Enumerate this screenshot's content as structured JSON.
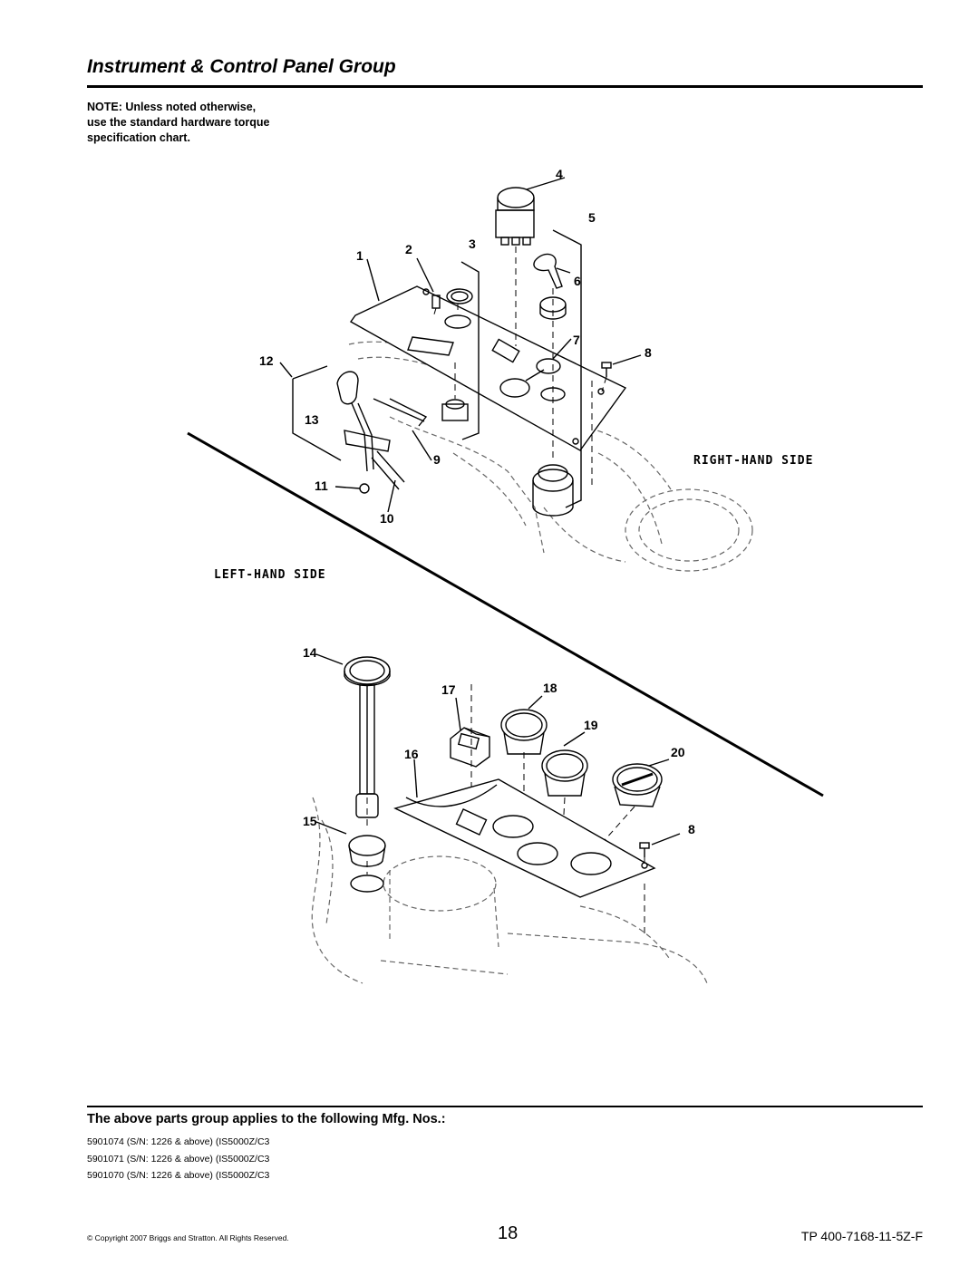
{
  "header": {
    "title": "Instrument & Control Panel Group",
    "note": [
      "NOTE: Unless noted otherwise,",
      "use the standard hardware torque",
      "specification chart."
    ]
  },
  "diagram": {
    "callouts": [
      "1",
      "2",
      "3",
      "4",
      "5",
      "6",
      "7",
      "8",
      "9",
      "10",
      "11",
      "12",
      "13",
      "14",
      "15",
      "16",
      "17",
      "18",
      "19",
      "20"
    ],
    "side_labels": {
      "right": "RIGHT-HAND SIDE",
      "left": "LEFT-HAND SIDE"
    }
  },
  "applicability": {
    "heading": "The above parts group applies to the following Mfg. Nos.:",
    "items": [
      "5901074 (S/N: 1226 & above) (IS5000Z/C3",
      "5901071 (S/N: 1226 & above) (IS5000Z/C3",
      "5901070 (S/N: 1226 & above) (IS5000Z/C3"
    ]
  },
  "footer": {
    "copyright": "©  Copyright  2007 Briggs and Stratton. All Rights Reserved.",
    "page_number": "18",
    "doc_number": "TP 400-7168-11-5Z-F"
  }
}
